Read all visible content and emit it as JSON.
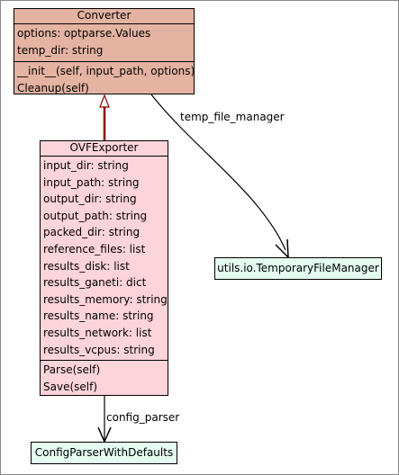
{
  "classes": {
    "converter": {
      "name": "Converter",
      "attributes": [
        "options: optparse.Values",
        "temp_dir: string"
      ],
      "methods": [
        "__init__(self, input_path, options)",
        "Cleanup(self)"
      ]
    },
    "ovf_exporter": {
      "name": "OVFExporter",
      "attributes": [
        "input_dir: string",
        "input_path: string",
        "output_dir: string",
        "output_path: string",
        "packed_dir: string",
        "reference_files: list",
        "results_disk: list",
        "results_ganeti: dict",
        "results_memory: string",
        "results_name: string",
        "results_network: list",
        "results_vcpus: string"
      ],
      "methods": [
        "Parse(self)",
        "Save(self)"
      ]
    },
    "temporary_file_manager": {
      "name": "utils.io.TemporaryFileManager"
    },
    "config_parser_with_defaults": {
      "name": "ConfigParserWithDefaults"
    }
  },
  "edges": {
    "temp_file_manager": "temp_file_manager",
    "config_parser": "config_parser"
  },
  "colors": {
    "converter_fill": "#e4b3a2",
    "exporter_fill": "#fdd4d9",
    "external_fill": "#e4fcf0",
    "inheritance_edge": "#8b0000"
  }
}
